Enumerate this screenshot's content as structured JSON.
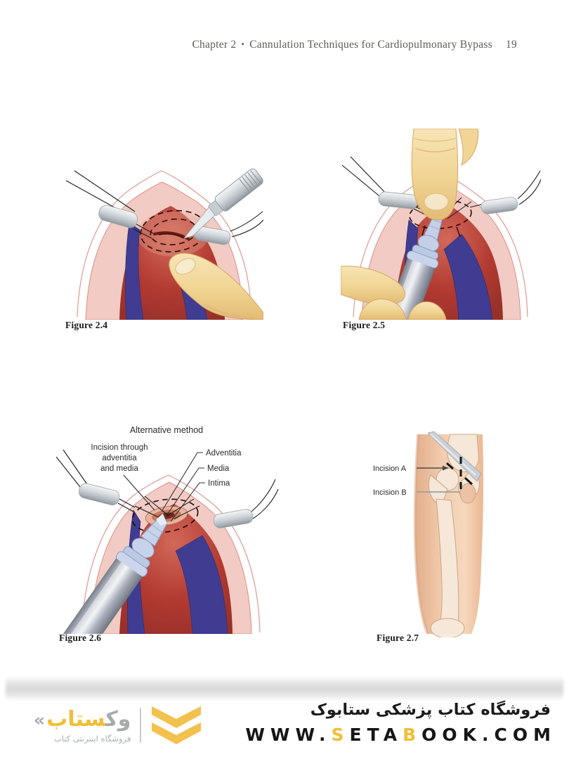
{
  "palette": {
    "paper": "#FFFFFF",
    "header_text": "#5E5C5A",
    "caption_text": "#1C1A19",
    "label_text": "#2B2B2B",
    "accent_gold": "#F2BE36",
    "logo_gray": "#A7AAAD",
    "footer_text": "#1B1B1B",
    "aorta_red": "#B23A31",
    "aorta_highlight": "#D2685A",
    "vein_blue": "#3F3C92",
    "tissue_pink": "#F2CBC4",
    "tissue_outline": "#DE9A92",
    "skin_tone": "#F0D492",
    "cannula_blue": "#C3D0E8",
    "steel_gray": "#C4CBD0",
    "leg_skin": "#EFC5A6",
    "bone": "#F7EADC",
    "page_shadow": "#D7D7D7"
  },
  "header": {
    "chapter": "Chapter 2",
    "bullet": "•",
    "title": "Cannulation Techniques for Cardiopulmonary Bypass",
    "page_number": "19"
  },
  "figures": {
    "fig_2_4": {
      "caption": "Figure 2.4"
    },
    "fig_2_5": {
      "caption": "Figure 2.5"
    },
    "fig_2_6": {
      "caption": "Figure 2.6",
      "annotation_title": "Alternative method",
      "incision_label": {
        "line1": "Incision through",
        "line2": "adventitia",
        "line3": "and media"
      },
      "layers": {
        "adventitia": "Adventitia",
        "media": "Media",
        "intima": "Intima"
      }
    },
    "fig_2_7": {
      "caption": "Figure 2.7",
      "incision_a": "Incision A",
      "incision_b": "Incision B"
    }
  },
  "footer": {
    "logo": {
      "brand_primary": "ستاب",
      "brand_secondary": "وک",
      "mark": "«",
      "tagline": "فروشگاه اینترنتی کتاب"
    },
    "store_name": "فروشگاه کتاب پزشکی ستابوک",
    "website": {
      "seg_www": "WWW.",
      "seg_s": "S",
      "seg_eta": "ETA",
      "seg_b": "B",
      "seg_ook_com": "OOK.COM"
    }
  }
}
